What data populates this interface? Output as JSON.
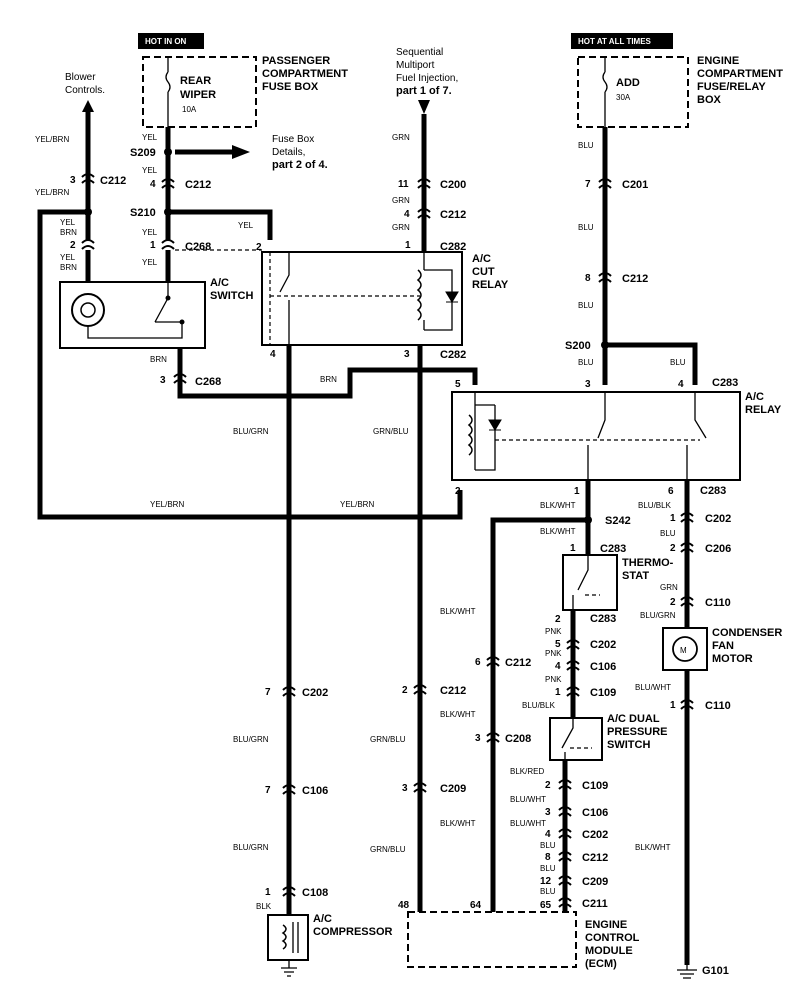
{
  "headers": {
    "hot_in_on": "HOT IN ON",
    "hot_at_all_times": "HOT AT ALL TIMES"
  },
  "components": {
    "pass_fuse_box": [
      "PASSENGER",
      "COMPARTMENT",
      "FUSE BOX"
    ],
    "rear_wiper_fuse": [
      "REAR",
      "WIPER"
    ],
    "rear_wiper_amp": "10A",
    "engine_fuse_box": [
      "ENGINE",
      "COMPARTMENT",
      "FUSE/RELAY",
      "BOX"
    ],
    "add_fuse": "ADD",
    "add_amp": "30A",
    "blower": [
      "Blower",
      "Controls."
    ],
    "fuse_details": [
      "Fuse Box",
      "Details,",
      "part 2 of 4."
    ],
    "sfi": [
      "Sequential",
      "Multiport",
      "Fuel Injection,",
      "part 1 of 7."
    ],
    "ac_switch": [
      "A/C",
      "SWITCH"
    ],
    "ac_cut_relay": [
      "A/C",
      "CUT",
      "RELAY"
    ],
    "ac_relay": [
      "A/C",
      "RELAY"
    ],
    "thermostat": [
      "THERMO-",
      "STAT"
    ],
    "condenser_fan": [
      "CONDENSER",
      "FAN",
      "MOTOR"
    ],
    "dual_pressure": [
      "A/C DUAL",
      "PRESSURE",
      "SWITCH"
    ],
    "ecm": [
      "ENGINE",
      "CONTROL",
      "MODULE",
      "(ECM)"
    ],
    "compressor": [
      "A/C",
      "COMPRESSOR"
    ],
    "ground": "G101"
  },
  "wire_colors": {
    "yel": "YEL",
    "yel_brn": "YEL/BRN",
    "grn": "GRN",
    "blu": "BLU",
    "brn": "BRN",
    "blu_grn": "BLU/GRN",
    "grn_blu": "GRN/BLU",
    "blk_wht": "BLK/WHT",
    "blu_blk": "BLU/BLK",
    "pnk": "PNK",
    "blk_red": "BLK/RED",
    "blu_wht": "BLU/WHT",
    "blk": "BLK"
  },
  "connectors": {
    "s209": "S209",
    "s210": "S210",
    "s200": "S200",
    "s242": "S242",
    "c212": "C212",
    "c268": "C268",
    "c200": "C200",
    "c282": "C282",
    "c201": "C201",
    "c283": "C283",
    "c202": "C202",
    "c206": "C206",
    "c110": "C110",
    "c106": "C106",
    "c109": "C109",
    "c208": "C208",
    "c209": "C209",
    "c108": "C108",
    "c211": "C211"
  },
  "pins": {
    "p1": "1",
    "p2": "2",
    "p3": "3",
    "p4": "4",
    "p5": "5",
    "p6": "6",
    "p7": "7",
    "p8": "8",
    "p11": "11",
    "p12": "12",
    "p48": "48",
    "p64": "64",
    "p65": "65"
  }
}
